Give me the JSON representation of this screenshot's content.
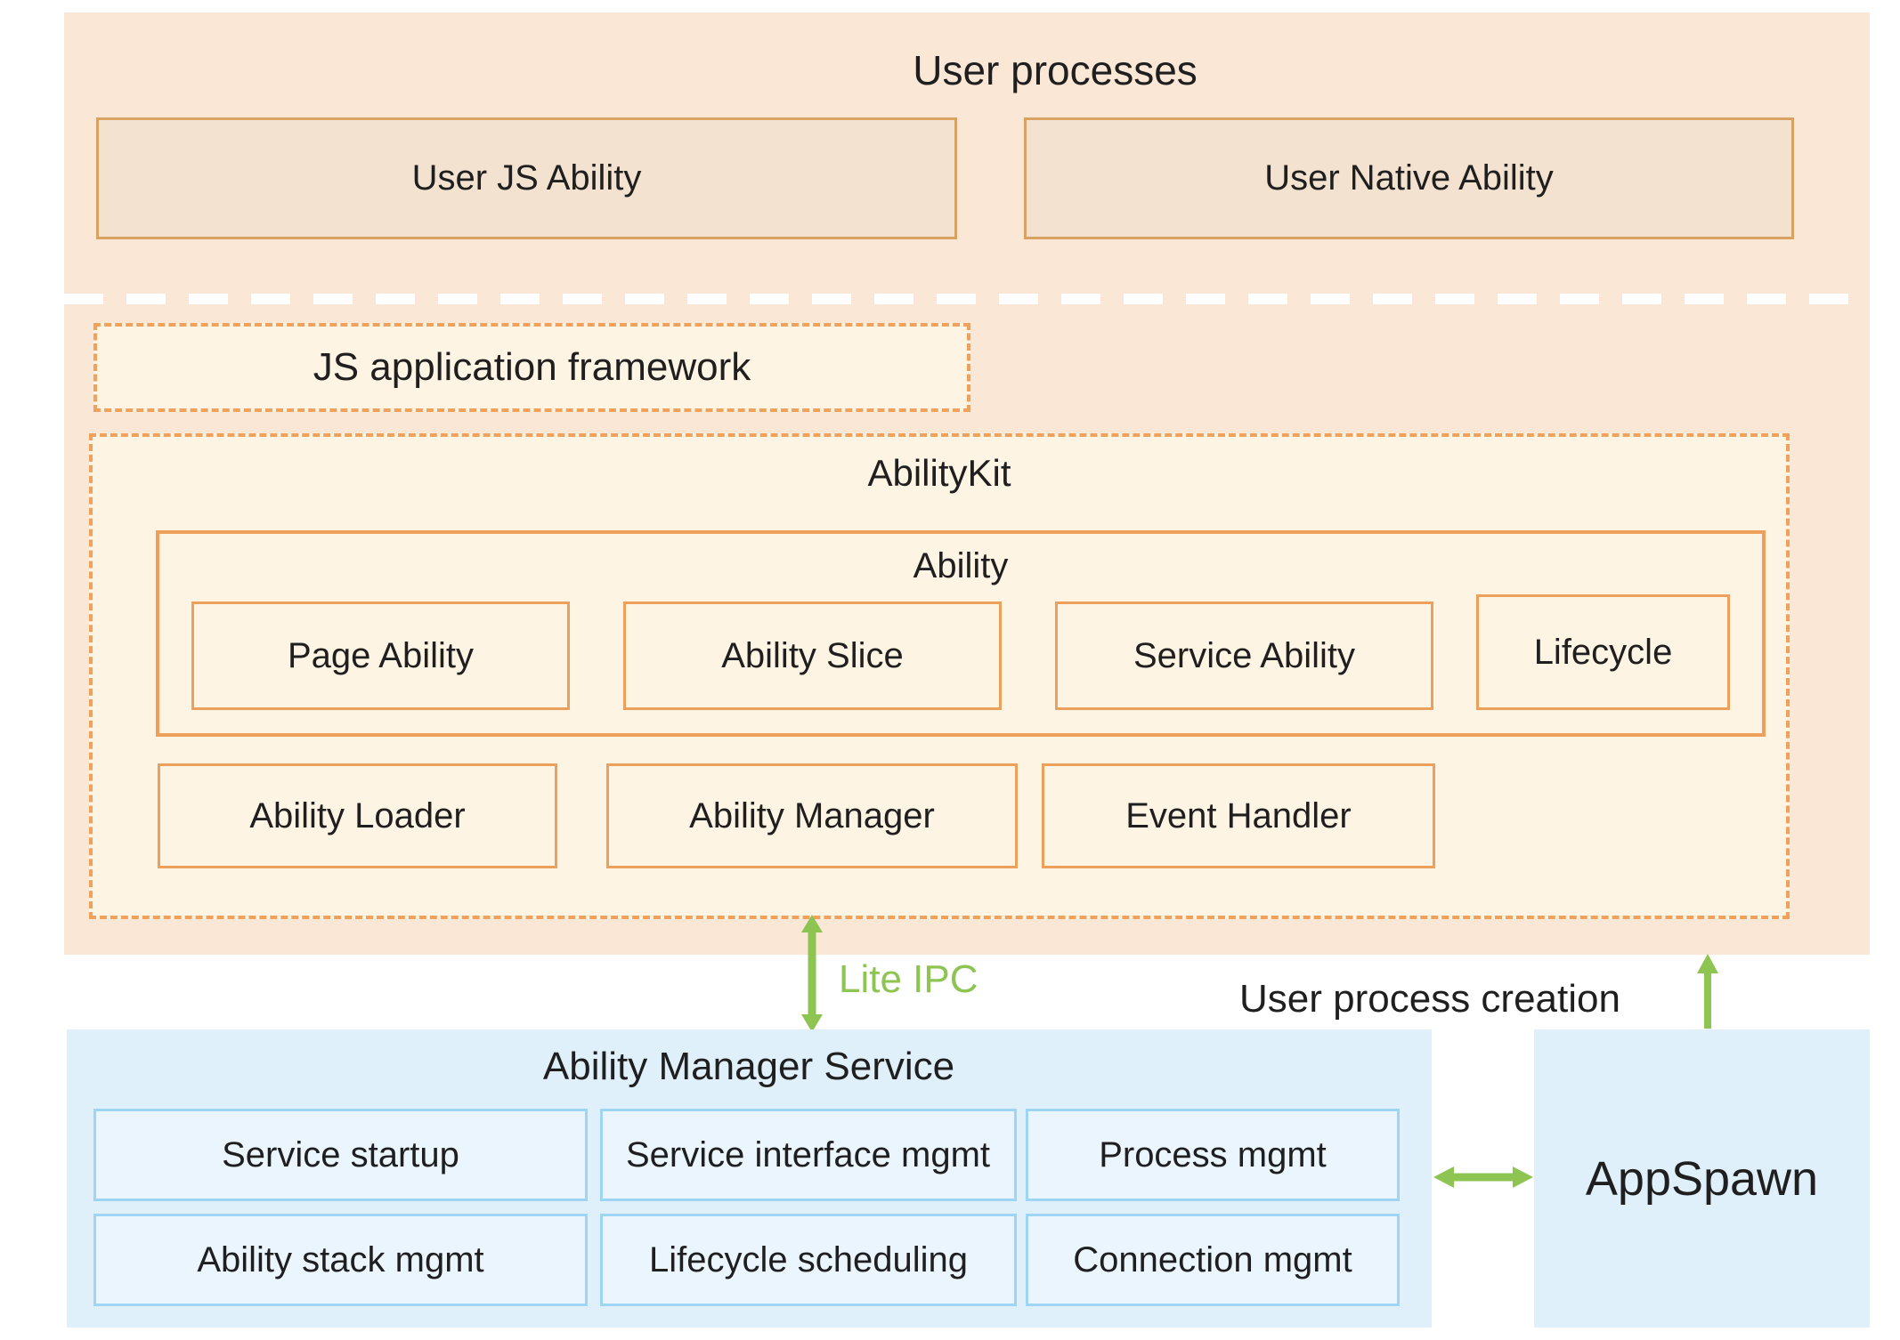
{
  "user_processes": {
    "title": "User processes",
    "js_ability": "User JS Ability",
    "native_ability": "User Native Ability"
  },
  "js_framework": {
    "label": "JS application framework"
  },
  "ability_kit": {
    "title": "AbilityKit",
    "ability": {
      "title": "Ability",
      "items": [
        "Page Ability",
        "Ability Slice",
        "Service Ability",
        "Lifecycle"
      ]
    },
    "modules": [
      "Ability Loader",
      "Ability Manager",
      "Event Handler"
    ]
  },
  "links": {
    "lite_ipc": "Lite IPC",
    "user_process_creation": "User process creation"
  },
  "ability_manager_service": {
    "title": "Ability Manager Service",
    "items": [
      "Service startup",
      "Service interface mgmt",
      "Process mgmt",
      "Ability stack mgmt",
      "Lifecycle scheduling",
      "Connection mgmt"
    ]
  },
  "app_spawn": {
    "label": "AppSpawn"
  },
  "colors": {
    "panel_orange_bg": "#FBE7D6",
    "tan_box_fill": "#F3E2CF",
    "tan_box_border": "#D9A262",
    "cream_fill": "#FDF4E3",
    "orange_border": "#EDA05C",
    "dash_orange": "#F0A25C",
    "panel_blue_bg": "#DFF0FB",
    "blue_box_fill": "#EAF5FD",
    "blue_box_border": "#9ED5F5",
    "arrow_green": "#8DC452",
    "text_dark": "#1F1F1F"
  }
}
